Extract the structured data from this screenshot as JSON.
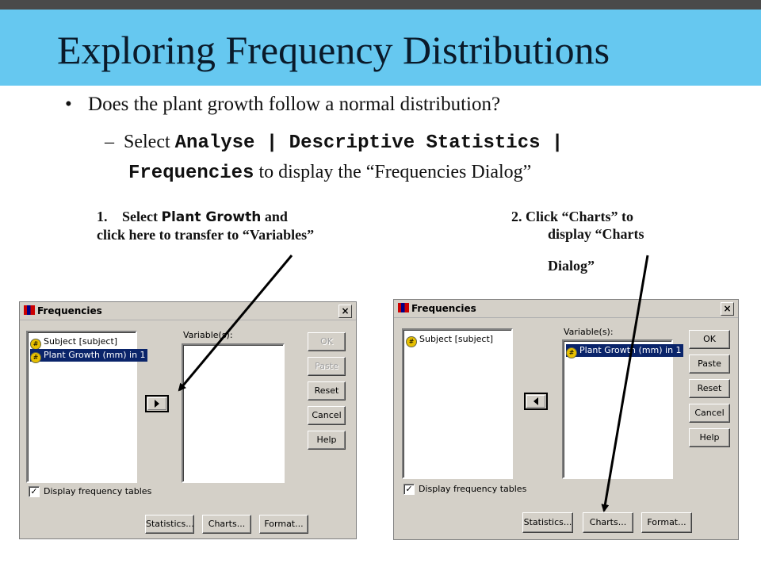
{
  "slide": {
    "title": "Exploring Frequency Distributions",
    "bullet1": "Does the plant growth follow a normal distribution?",
    "sub_dash": "–",
    "sub_select": "Select ",
    "sub_menu_path_1": "Analyse | Descriptive Statistics |",
    "sub_menu_path_2": "Frequencies",
    "sub_tail": " to display the “Frequencies Dialog”",
    "note1_num": "1.",
    "note1_select": "Select ",
    "note1_var": "Plant Growth",
    "note1_and": " and",
    "note1_line2": "click here to transfer to “Variables”",
    "note2_line1": "2. Click “Charts” to",
    "note2_line2": "display “Charts",
    "note2_line3": "Dialog”"
  },
  "dialog_left": {
    "title": "Frequencies",
    "close": "×",
    "source_items": [
      "Subject [subject]",
      "Plant Growth (mm) in 1"
    ],
    "variables_label": "Variable(s):",
    "buttons": {
      "ok": "OK",
      "paste": "Paste",
      "reset": "Reset",
      "cancel": "Cancel",
      "help": "Help"
    },
    "checkbox_label": "Display frequency tables",
    "checkbox_checked": true,
    "bottom": {
      "statistics": "Statistics...",
      "charts": "Charts...",
      "format": "Format..."
    }
  },
  "dialog_right": {
    "title": "Frequencies",
    "close": "×",
    "source_items": [
      "Subject [subject]"
    ],
    "variables_label": "Variable(s):",
    "variable_items": [
      "Plant Growth (mm) in 1"
    ],
    "buttons": {
      "ok": "OK",
      "paste": "Paste",
      "reset": "Reset",
      "cancel": "Cancel",
      "help": "Help"
    },
    "checkbox_label": "Display frequency tables",
    "checkbox_checked": true,
    "bottom": {
      "statistics": "Statistics...",
      "charts": "Charts...",
      "format": "Format..."
    }
  },
  "colors": {
    "title_bg": "#66c8f0",
    "top_strip": "#4a4a4a",
    "selection": "#0a246a",
    "dialog_bg": "#d4d0c8"
  },
  "icons": {
    "transfer_right": "triangle-right-icon",
    "transfer_left": "triangle-left-icon",
    "variable": "variable-diamond-icon"
  }
}
